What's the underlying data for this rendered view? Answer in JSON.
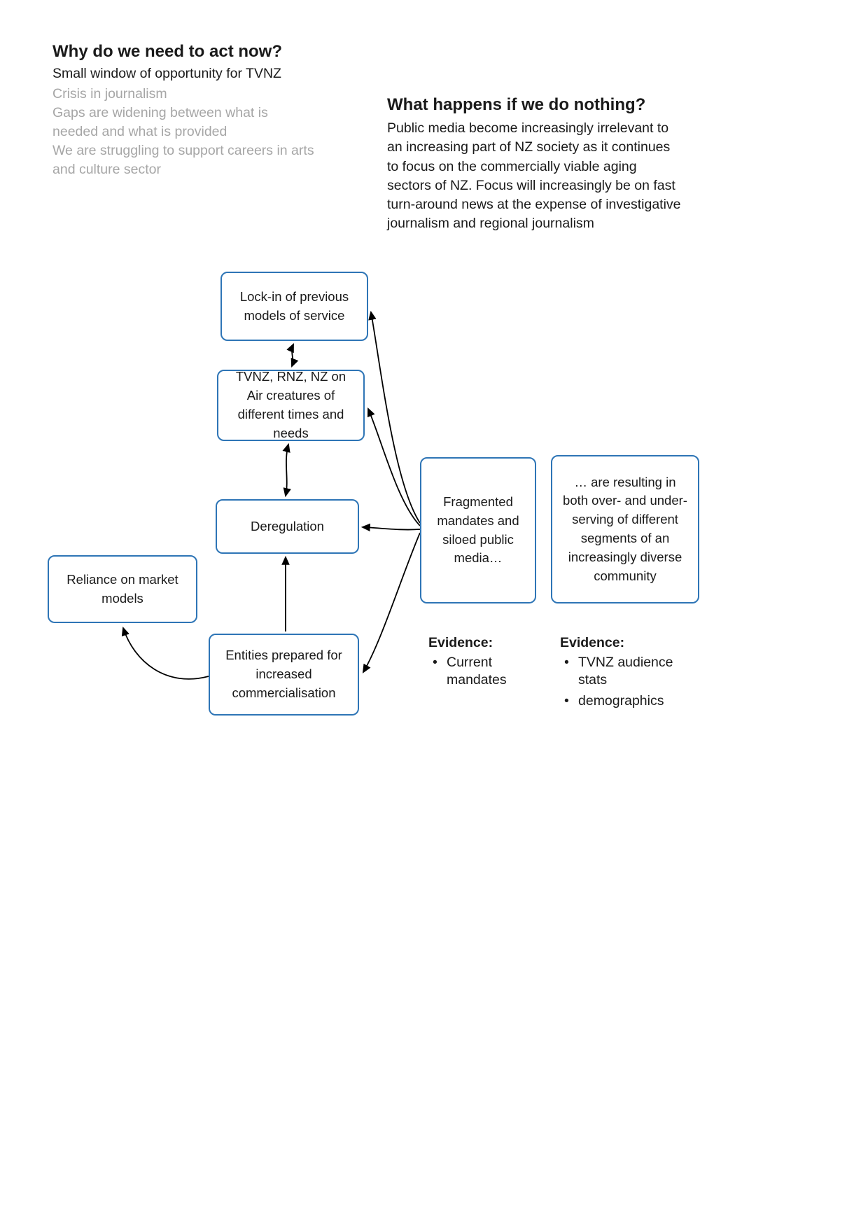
{
  "colors": {
    "box_border": "#2E75B6",
    "muted_text": "#A6A6A6"
  },
  "left_header": {
    "title": "Why do we need to act now?",
    "subtitle": "Small window of opportunity for TVNZ",
    "muted_lines": [
      "Crisis in journalism",
      "Gaps are widening between what is needed and what is provided",
      "We are struggling to support careers in arts and culture sector"
    ]
  },
  "right_header": {
    "title": "What happens if we do nothing?",
    "body": "Public media become increasingly irrelevant to an increasing part of NZ society as it continues to focus on the commercially viable aging sectors of NZ. Focus will increasingly be on fast turn-around news at the expense of investigative journalism and regional journalism"
  },
  "boxes": {
    "lock_in": "Lock-in of previous models of service",
    "creatures": "TVNZ, RNZ, NZ on Air creatures of different times and needs",
    "deregulation": "Deregulation",
    "reliance": "Reliance on market models",
    "entities": "Entities prepared for increased commercialisation",
    "fragmented": "Fragmented mandates and siloed public media…",
    "resulting": "… are resulting in both over- and under-serving of different segments of an increasingly diverse community"
  },
  "evidence_left": {
    "title": "Evidence:",
    "items": [
      "Current mandates"
    ]
  },
  "evidence_right": {
    "title": "Evidence:",
    "items": [
      "TVNZ audience stats",
      "demographics"
    ]
  }
}
